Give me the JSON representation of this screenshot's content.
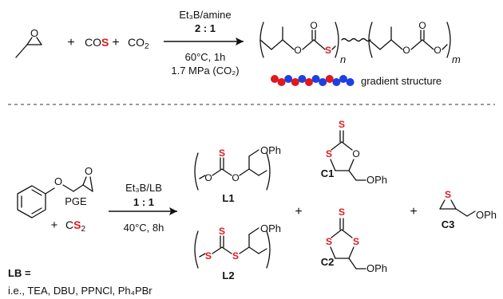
{
  "top_reaction": {
    "plus_1": "+",
    "cos_co": "CO",
    "cos_s": "S",
    "plus_2": "+",
    "co2_co": "CO",
    "co2_sub": "2",
    "cond_catalyst": "Et₃B/amine",
    "cond_ratio": "2 : 1",
    "cond_temp_time": "60°C, 1h",
    "cond_pressure": "1.7 MPa (CO₂)",
    "o_epoxide": "O",
    "o_thio_ester": "O",
    "o_thio_carbonyl": "O",
    "s_thio": "S",
    "o_carb_1": "O",
    "o_carb_2": "O",
    "o_carb_carbonyl": "O",
    "n_sub": "n",
    "m_sub": "m",
    "gradient_label": "gradient structure",
    "bead_colors": [
      "#e0191f",
      "#e0191f",
      "#1f3fe0",
      "#e0191f",
      "#1f3fe0",
      "#e0191f",
      "#1f3fe0",
      "#1f3fe0",
      "#e0191f",
      "#1f3fe0",
      "#1f3fe0",
      "#1f3fe0"
    ]
  },
  "bottom_reaction": {
    "pge_label": "PGE",
    "pge_o_ether": "O",
    "pge_o_epoxide": "O",
    "plus_cs2": "+",
    "cs2_c": "C",
    "cs2_s": "S",
    "cs2_sub": "2",
    "cond_catalyst": "Et₃B/LB",
    "cond_ratio": "1 : 1",
    "cond_temp_time": "40°C, 8h",
    "lb_title": "LB =",
    "lb_examples": "i.e., TEA, DBU, PPNCl, Ph₄PBr",
    "l1_label": "L1",
    "l1_s": "S",
    "l1_o1": "O",
    "l1_o2": "O",
    "l1_oph": "OPh",
    "l2_label": "L2",
    "l2_s_top": "S",
    "l2_s1": "S",
    "l2_s2": "S",
    "l2_oph": "OPh",
    "plus_a": "+",
    "c1_label": "C1",
    "c1_s_exo": "S",
    "c1_s_ring": "S",
    "c1_o_ring": "O",
    "c1_oph": "OPh",
    "c2_label": "C2",
    "c2_s_exo": "S",
    "c2_s_left": "S",
    "c2_s_right": "S",
    "c2_oph": "OPh",
    "plus_b": "+",
    "c3_label": "C3",
    "c3_s": "S",
    "c3_oph": "OPh"
  }
}
